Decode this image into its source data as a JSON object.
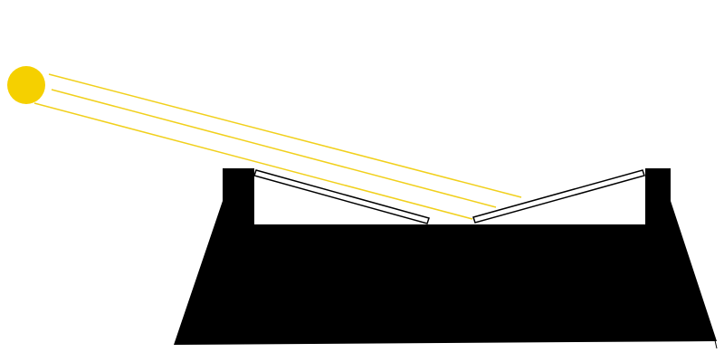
{
  "diagram": {
    "colors": {
      "background": "#ffffff",
      "sun": "#f5d000",
      "sun_rays": "#f1d01c",
      "building": "#000000",
      "panel_fill": "#ffffff",
      "panel_stroke": "#000000"
    },
    "icons": {
      "sun": "sun-icon",
      "sun_rays": "sun-ray-lines",
      "building": "building-silhouette",
      "left_panel": "tilted-solar-panel-left",
      "right_panel": "tilted-solar-panel-right"
    }
  }
}
